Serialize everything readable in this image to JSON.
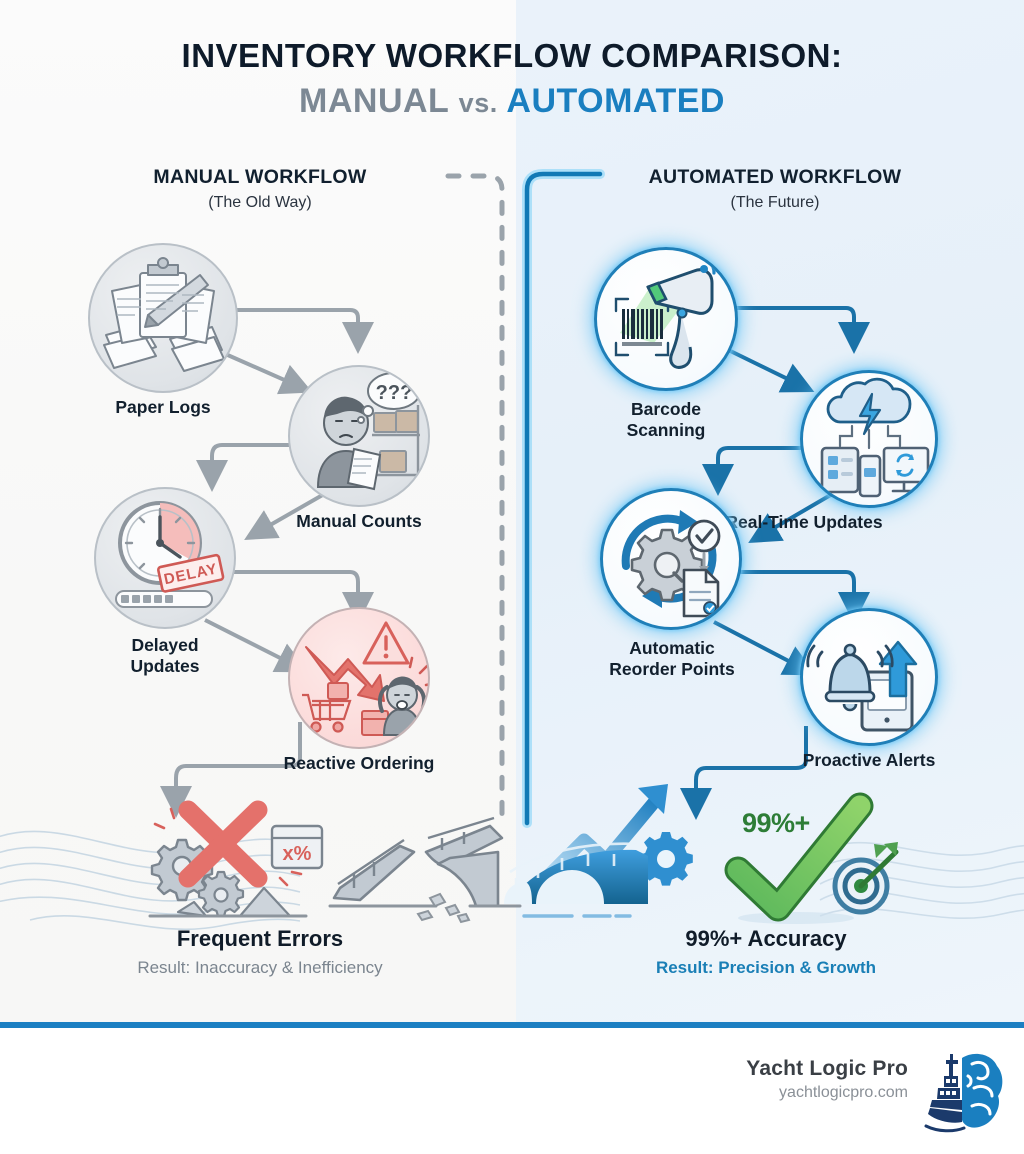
{
  "title": {
    "line1": "INVENTORY WORKFLOW COMPARISON:",
    "manual_word": "MANUAL",
    "vs_word": "vs.",
    "automated_word": "AUTOMATED"
  },
  "columns": {
    "manual": {
      "heading": "MANUAL WORKFLOW",
      "subheading": "(The Old Way)"
    },
    "automated": {
      "heading": "AUTOMATED WORKFLOW",
      "subheading": "(The Future)"
    }
  },
  "manual_steps": [
    {
      "label": "Paper Logs",
      "icon": "paper-stack-icon"
    },
    {
      "label": "Manual Counts",
      "icon": "confused-worker-icon"
    },
    {
      "label": "Delayed\nUpdates",
      "label_line1": "Delayed",
      "label_line2": "Updates",
      "icon": "clock-delay-icon",
      "stamp": "DELAY"
    },
    {
      "label": "Reactive Ordering",
      "icon": "declining-chart-panic-icon"
    }
  ],
  "automated_steps": [
    {
      "label": "Barcode\nScanning",
      "label_line1": "Barcode",
      "label_line2": "Scanning",
      "icon": "barcode-scanner-icon"
    },
    {
      "label": "Real-Time Updates",
      "icon": "cloud-sync-devices-icon"
    },
    {
      "label": "Automatic\nReorder Points",
      "label_line1": "Automatic",
      "label_line2": "Reorder Points",
      "icon": "gear-refresh-document-icon"
    },
    {
      "label": "Proactive Alerts",
      "icon": "bell-alert-tablet-icon"
    }
  ],
  "results": {
    "manual": {
      "headline": "Frequent Errors",
      "sub": "Result: Inaccuracy & Inefficiency",
      "icon": "red-x-broken-gears-icon"
    },
    "automated": {
      "headline": "99%+ Accuracy",
      "sub": "Result: Precision & Growth",
      "badge": "99%+",
      "icon": "green-check-target-icon"
    }
  },
  "footer": {
    "brand_name": "Yacht Logic Pro",
    "brand_url": "yachtlogicpro.com",
    "logo": "yacht-brain-logo"
  },
  "colors": {
    "accent_blue": "#1a7fc0",
    "manual_gray": "#7c8894",
    "title_dark": "#0e1b2a",
    "danger_red": "#e1625c",
    "success_green": "#5cb45c",
    "rule_blue": "#1c7fc2",
    "panel_left_bg": "#fbfbfb",
    "panel_right_bg": "#e8f1f9"
  }
}
